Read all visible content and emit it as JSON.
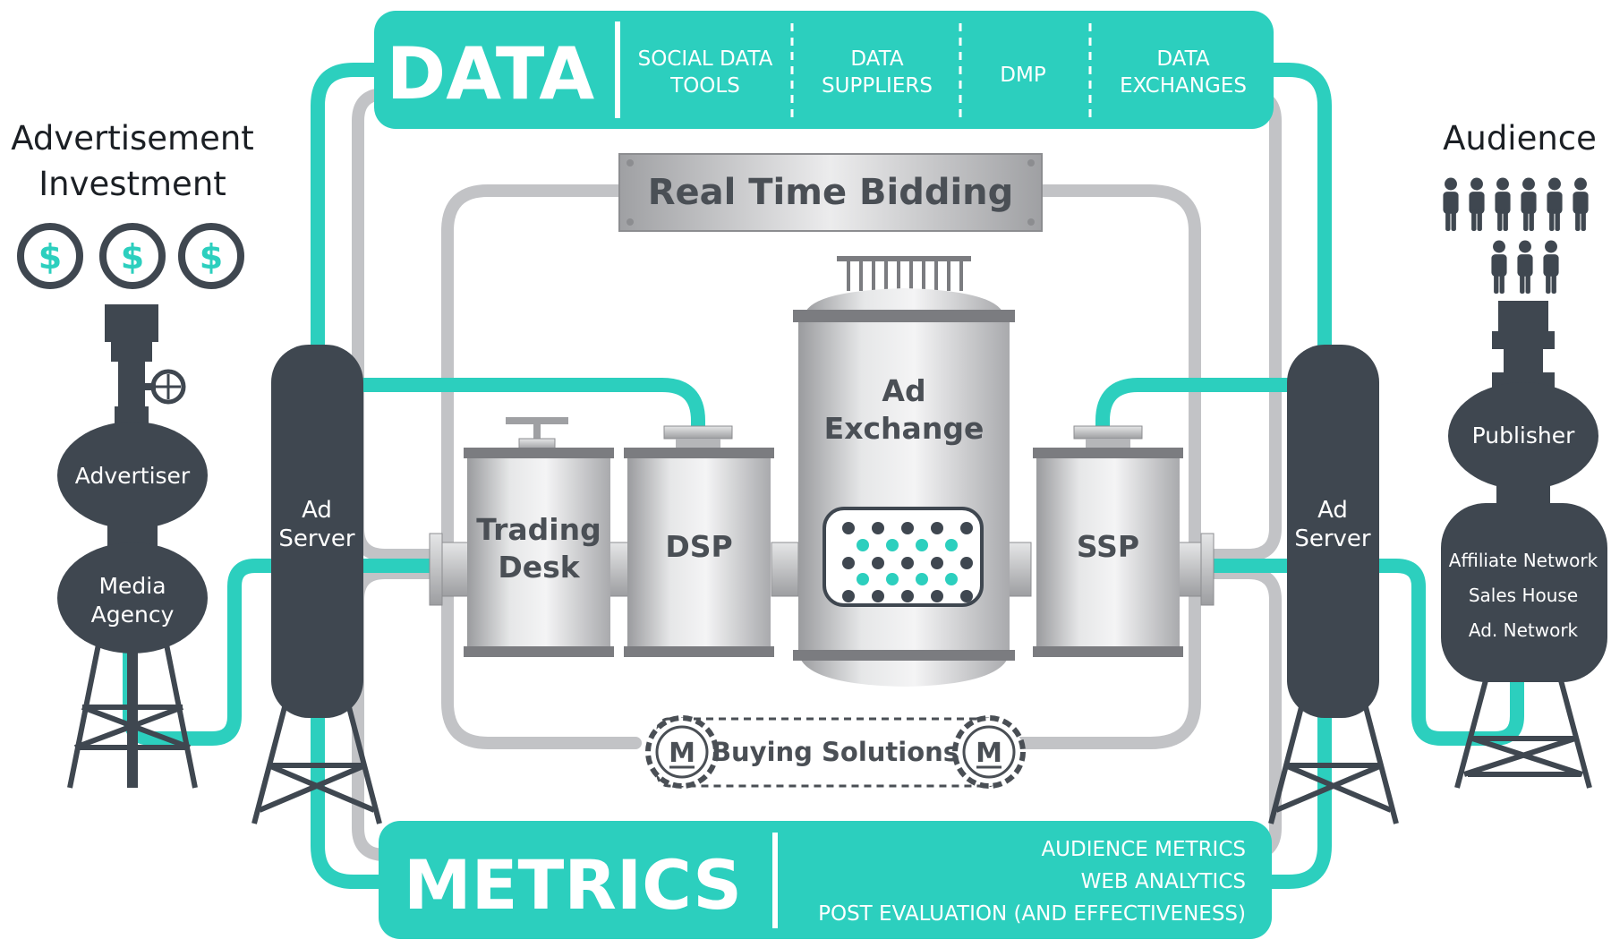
{
  "left": {
    "heading_line1": "Advertisement",
    "heading_line2": "Investment",
    "coin_symbol": "$",
    "advertiser": "Advertiser",
    "agency_line1": "Media",
    "agency_line2": "Agency",
    "ad_server_line1": "Ad",
    "ad_server_line2": "Server"
  },
  "right": {
    "heading": "Audience",
    "publisher": "Publisher",
    "channels": [
      "Affiliate Network",
      "Sales House",
      "Ad. Network"
    ],
    "ad_server_line1": "Ad",
    "ad_server_line2": "Server"
  },
  "data_bar": {
    "title": "DATA",
    "items": [
      {
        "line1": "SOCIAL DATA",
        "line2": "TOOLS"
      },
      {
        "line1": "DATA",
        "line2": "SUPPLIERS"
      },
      {
        "line1": "DMP",
        "line2": ""
      },
      {
        "line1": "DATA",
        "line2": "EXCHANGES"
      }
    ]
  },
  "rtb": {
    "label": "Real Time Bidding"
  },
  "tanks": {
    "trading_line1": "Trading",
    "trading_line2": "Desk",
    "dsp": "DSP",
    "exchange_line1": "Ad",
    "exchange_line2": "Exchange",
    "ssp": "SSP"
  },
  "buying": {
    "label": "Buying Solutions",
    "badge": "M"
  },
  "metrics_bar": {
    "title": "METRICS",
    "items": [
      "AUDIENCE METRICS",
      "WEB ANALYTICS",
      "POST EVALUATION (AND EFFECTIVENESS)"
    ]
  },
  "colors": {
    "teal": "#2ccfbe",
    "dark": "#3f4750",
    "grey_pipe": "#c2c3c6",
    "white": "#ffffff"
  }
}
